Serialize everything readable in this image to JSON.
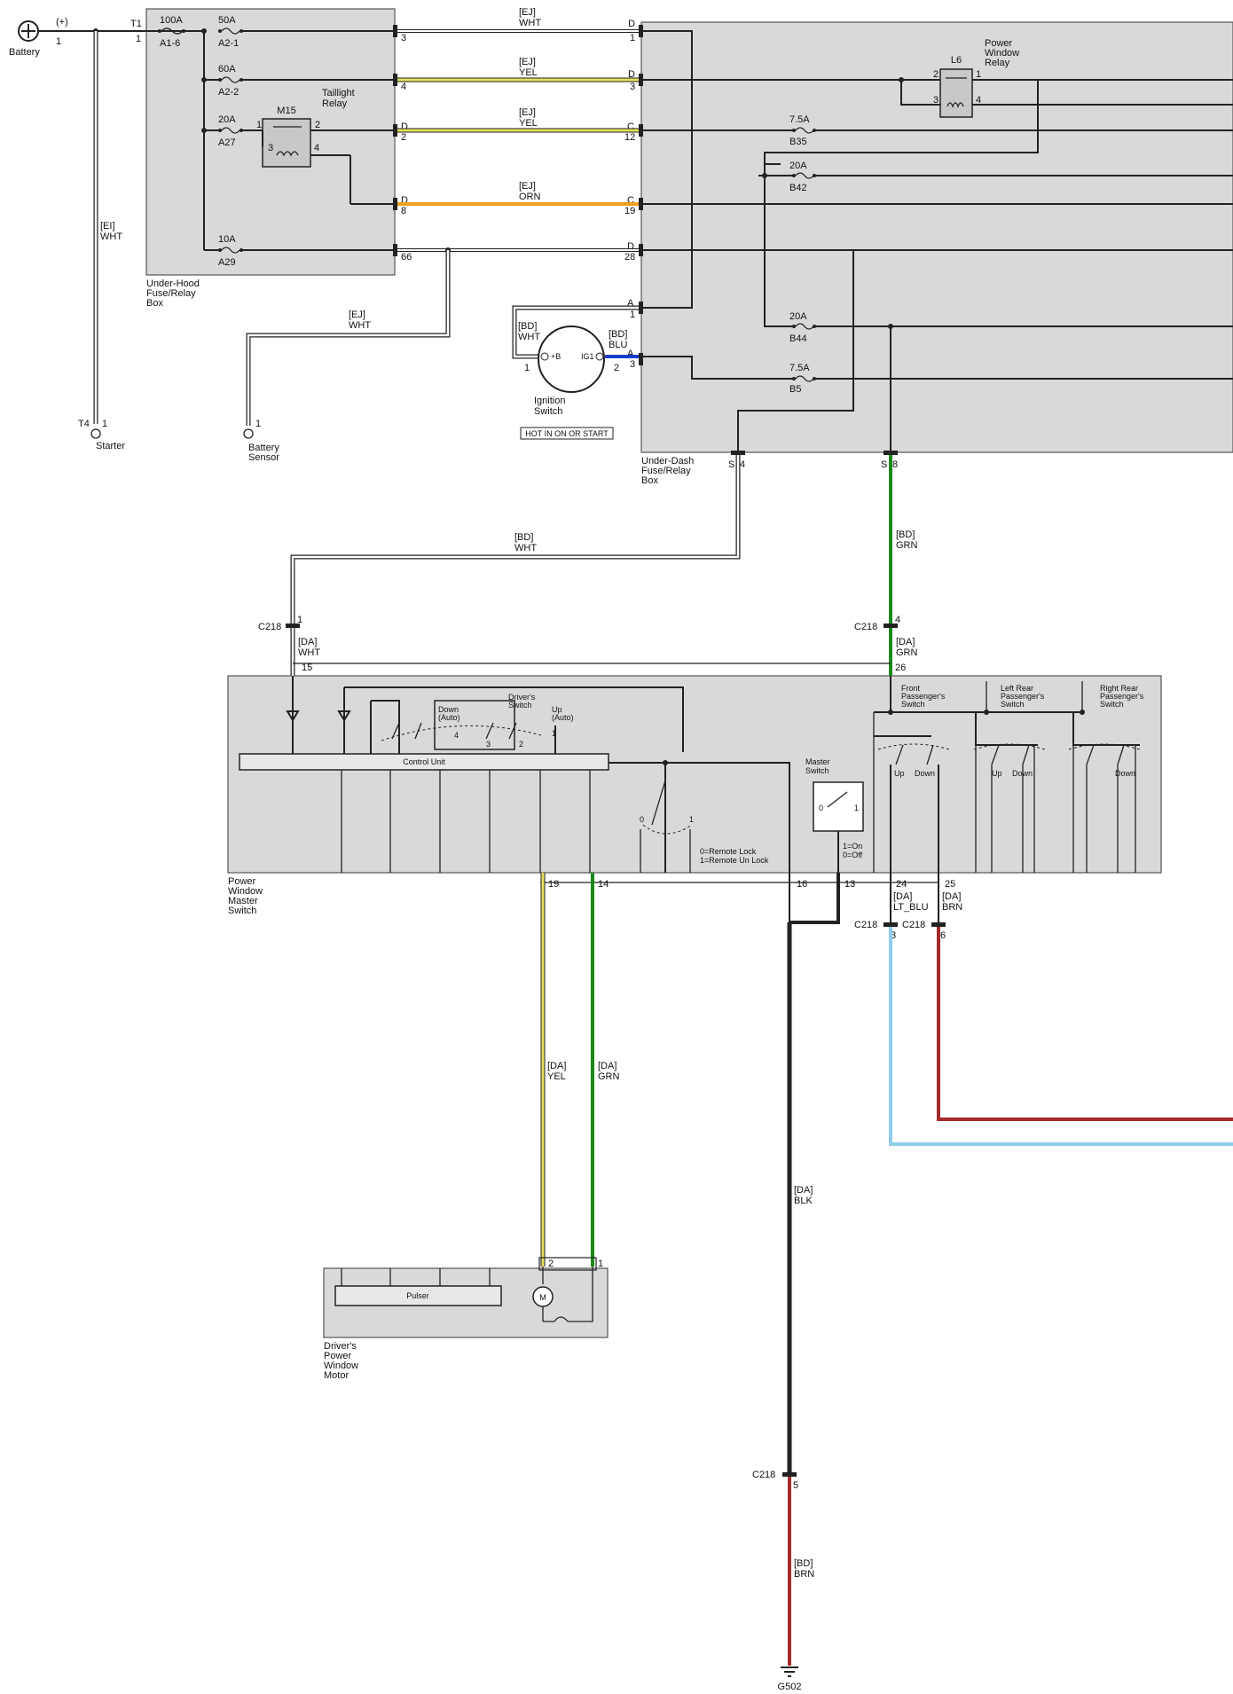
{
  "labels": {
    "battery": "Battery",
    "battery_plus": "(+)",
    "battery_pin": "1",
    "t1": "T1",
    "t1_pin": "1",
    "t4": "T4",
    "t4_pin": "1",
    "starter": "Starter",
    "sensor_pin": "1",
    "battery_sensor_1": "Battery",
    "battery_sensor_2": "Sensor",
    "g502": "G502"
  },
  "boxes": {
    "under_hood": {
      "line_1": "Under-Hood",
      "line_2": "Fuse/Relay",
      "line_3": "Box"
    },
    "under_dash": {
      "line_1": "Under-Dash",
      "line_2": "Fuse/Relay",
      "line_3": "Box"
    },
    "master": {
      "line_1": "Power",
      "line_2": "Window",
      "line_3": "Master",
      "line_4": "Switch"
    },
    "motor": {
      "line_1": "Driver's",
      "line_2": "Power",
      "line_3": "Window",
      "line_4": "Motor"
    }
  },
  "fuses": {
    "a1_6": {
      "rating": "100A",
      "id": "A1-6"
    },
    "a2_1": {
      "rating": "50A",
      "id": "A2-1"
    },
    "a2_2": {
      "rating": "60A",
      "id": "A2-2"
    },
    "a27": {
      "rating": "20A",
      "id": "A27"
    },
    "a29": {
      "rating": "10A",
      "id": "A29"
    },
    "b35": {
      "rating": "7.5A",
      "id": "B35"
    },
    "b42": {
      "rating": "20A",
      "id": "B42"
    },
    "b44": {
      "rating": "20A",
      "id": "B44"
    },
    "b5": {
      "rating": "7.5A",
      "id": "B5"
    }
  },
  "relays": {
    "m15": {
      "id": "M15",
      "label_1": "Taillight",
      "label_2": "Relay",
      "pin_1": "1",
      "pin_2": "2",
      "pin_3": "3",
      "pin_4": "4"
    },
    "l6": {
      "id": "L6",
      "label_1": "Power",
      "label_2": "Window",
      "label_3": "Relay",
      "pin_1": "1",
      "pin_2": "2",
      "pin_3": "3",
      "pin_4": "4"
    }
  },
  "wires": {
    "starter": {
      "code": "[EI]",
      "color": "WHT"
    },
    "sensor": {
      "code": "[EJ]",
      "color": "WHT"
    },
    "h1": {
      "code": "[EJ]",
      "color": "WHT"
    },
    "h2": {
      "code": "[EJ]",
      "color": "YEL"
    },
    "h3": {
      "code": "[EJ]",
      "color": "YEL"
    },
    "h4": {
      "code": "[EJ]",
      "color": "ORN"
    },
    "m_wht": {
      "code": "[BD]",
      "color": "WHT"
    },
    "m_wht2": {
      "code": "[DA]",
      "color": "WHT"
    },
    "m_grn": {
      "code": "[BD]",
      "color": "GRN"
    },
    "m_grn2": {
      "code": "[DA]",
      "color": "GRN"
    },
    "motor_yel": {
      "code": "[DA]",
      "color": "YEL"
    },
    "motor_grn": {
      "code": "[DA]",
      "color": "GRN"
    },
    "blk": {
      "code": "[DA]",
      "color": "BLK"
    },
    "brn_g": {
      "code": "[BD]",
      "color": "BRN"
    },
    "ltblu": {
      "code": "[DA]",
      "color": "LT_BLU"
    },
    "brn": {
      "code": "[DA]",
      "color": "BRN"
    }
  },
  "pins": {
    "uh_3": "3",
    "uh_4": "4",
    "uh_d_a": "D",
    "uh_2": "2",
    "uh_d_b": "D",
    "uh_8": "8",
    "uh_66": "66",
    "ud_d1": "D",
    "ud_1": "1",
    "ud_d3": "D",
    "ud_3": "3",
    "ud_c12": "C",
    "ud_12": "12",
    "ud_c19": "C",
    "ud_19": "19",
    "ud_d28": "D",
    "ud_28": "28",
    "ud_a1": "A",
    "ud_1b": "1",
    "ud_a3": "A",
    "ud_3b": "3",
    "s4_s": "S",
    "s4_n": "4",
    "s8_s": "S",
    "s8_n": "8",
    "c218_l": "C218",
    "c218_l_pin": "1",
    "c218_r": "C218",
    "c218_r_pin": "4",
    "m15": "15",
    "m26": "26",
    "m19": "19",
    "m14": "14",
    "m16": "16",
    "m13": "13",
    "m24": "24",
    "m25": "25",
    "motor_2": "2",
    "motor_1": "1",
    "c218_g": "C218",
    "c218_g_pin": "5",
    "c218_3": "C218",
    "c218_3_pin": "3",
    "c218_6": "C218",
    "c218_6_pin": "6"
  },
  "ignition": {
    "plus_b": "+B",
    "ig1": "IG1",
    "left_code": "[BD]",
    "left_color": "WHT",
    "right_code": "[BD]",
    "right_color": "BLU",
    "pin_1": "1",
    "pin_2": "2",
    "label_1": "Ignition",
    "label_2": "Switch",
    "hot_note": "HOT IN ON OR START"
  },
  "master": {
    "control_unit": "Control Unit",
    "down_auto_1": "Down",
    "down_auto_2": "(Auto)",
    "drivers_switch_1": "Driver's",
    "drivers_switch_2": "Switch",
    "up_auto_1": "Up",
    "up_auto_2": "(Auto)",
    "p4": "4",
    "p3": "3",
    "p2": "2",
    "p1": "1",
    "rl_0": "0",
    "rl_1": "1",
    "rl_note_1": "0=Remote Lock",
    "rl_note_2": "1=Remote Un Lock",
    "ms_0": "0",
    "ms_1": "1",
    "ms_label_1": "Master",
    "ms_label_2": "Switch",
    "ms_on": "1=On",
    "ms_off": "0=Off",
    "fp_1": "Front",
    "fp_2": "Passenger's",
    "fp_3": "Switch",
    "lr_1": "Left Rear",
    "lr_2": "Passenger's",
    "lr_3": "Switch",
    "rr_1": "Right Rear",
    "rr_2": "Passenger's",
    "rr_3": "Switch",
    "fp_up": "Up",
    "fp_down": "Down",
    "lr_up": "Up",
    "lr_down": "Down",
    "rr_down": "Down"
  },
  "motor": {
    "pulser": "Pulser",
    "m": "M"
  }
}
